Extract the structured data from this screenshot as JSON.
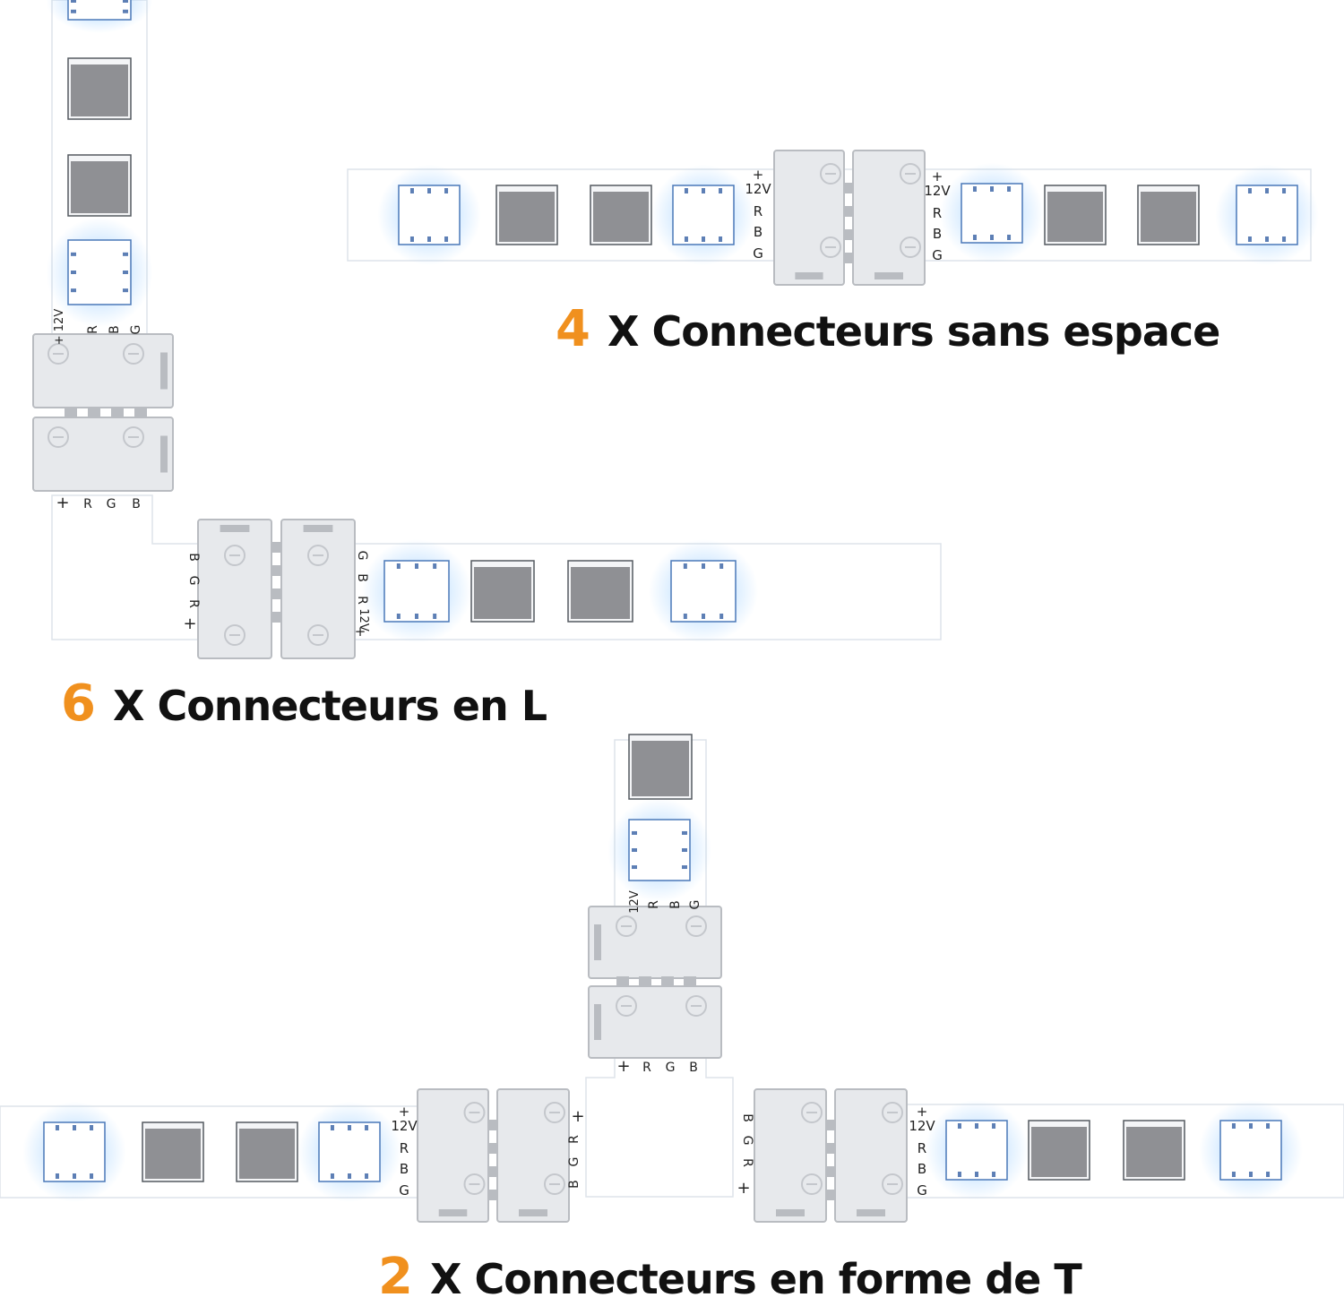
{
  "colors": {
    "accent": "#f0901e",
    "text": "#111111",
    "strip": "#ffffff",
    "strip_edge": "#dde3ea",
    "connector": "#e7e9ec",
    "connector_shade": "#b9bcc1",
    "led_off": "#8f9094",
    "led_glow": "#9fd0ff"
  },
  "strip_labels": {
    "v12": "12V",
    "plus": "+",
    "r": "R",
    "g": "G",
    "b": "B"
  },
  "captions": {
    "straight": {
      "count": "4",
      "text": "X Connecteurs sans espace"
    },
    "l_shape": {
      "count": "6",
      "text": "X Connecteurs en L"
    },
    "t_shape": {
      "count": "2",
      "text": "X Connecteurs en forme de T"
    }
  }
}
